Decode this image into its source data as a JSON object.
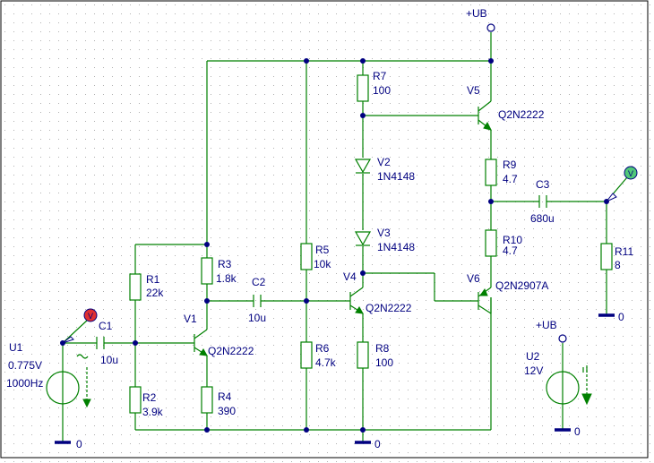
{
  "supply": {
    "label": "+UB"
  },
  "ground_label": "0",
  "probe_text": "V",
  "components": {
    "U1": {
      "name": "U1",
      "amplitude": "0.775V",
      "frequency": "1000Hz"
    },
    "U2": {
      "name": "U2",
      "voltage": "12V",
      "supply_label": "+UB"
    },
    "C1": {
      "name": "C1",
      "value": "10u"
    },
    "C2": {
      "name": "C2",
      "value": "10u"
    },
    "C3": {
      "name": "C3",
      "value": "680u"
    },
    "R1": {
      "name": "R1",
      "value": "22k"
    },
    "R2": {
      "name": "R2",
      "value": "3.9k"
    },
    "R3": {
      "name": "R3",
      "value": "1.8k"
    },
    "R4": {
      "name": "R4",
      "value": "390"
    },
    "R5": {
      "name": "R5",
      "value": "10k"
    },
    "R6": {
      "name": "R6",
      "value": "4.7k"
    },
    "R7": {
      "name": "R7",
      "value": "100"
    },
    "R8": {
      "name": "R8",
      "value": "100"
    },
    "R9": {
      "name": "R9",
      "value": "4.7"
    },
    "R10": {
      "name": "R10",
      "value": "4.7"
    },
    "R11": {
      "name": "R11",
      "value": "8"
    },
    "V1": {
      "name": "V1",
      "part": "Q2N2222"
    },
    "V2": {
      "name": "V2",
      "part": "1N4148"
    },
    "V3": {
      "name": "V3",
      "part": "1N4148"
    },
    "V4": {
      "name": "V4",
      "part": "Q2N2222"
    },
    "V5": {
      "name": "V5",
      "part": "Q2N2222"
    },
    "V6": {
      "name": "V6",
      "part": "Q2N2907A"
    }
  },
  "colors": {
    "wire": "#008000",
    "label": "#000080",
    "probe_in": "#e03030",
    "probe_out": "#50c878",
    "grid": "#b0b0b0"
  }
}
